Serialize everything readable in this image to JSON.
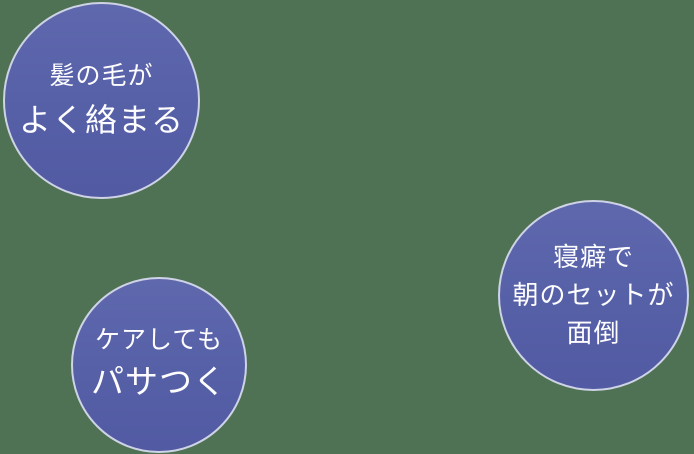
{
  "page": {
    "background_color": "#4e7253",
    "description": "Three pain-point speech bubbles about hair troubles"
  },
  "colors": {
    "bubble_fill": "#5660a7",
    "bubble_fill_top": "#5f68ad",
    "bubble_fill_bottom": "#515aa2",
    "bubble_ring": "#ced3e6",
    "text": "#fdfdff"
  },
  "bubbles": {
    "tangled": {
      "lines": {
        "l1": "髪の毛が",
        "l2": "よく絡まる"
      }
    },
    "dry": {
      "lines": {
        "l1": "ケアしても",
        "l2": "パサつく"
      }
    },
    "bedhair": {
      "lines": {
        "l1": "寝癖で",
        "l2": "朝のセットが",
        "l3": "面倒"
      }
    }
  }
}
